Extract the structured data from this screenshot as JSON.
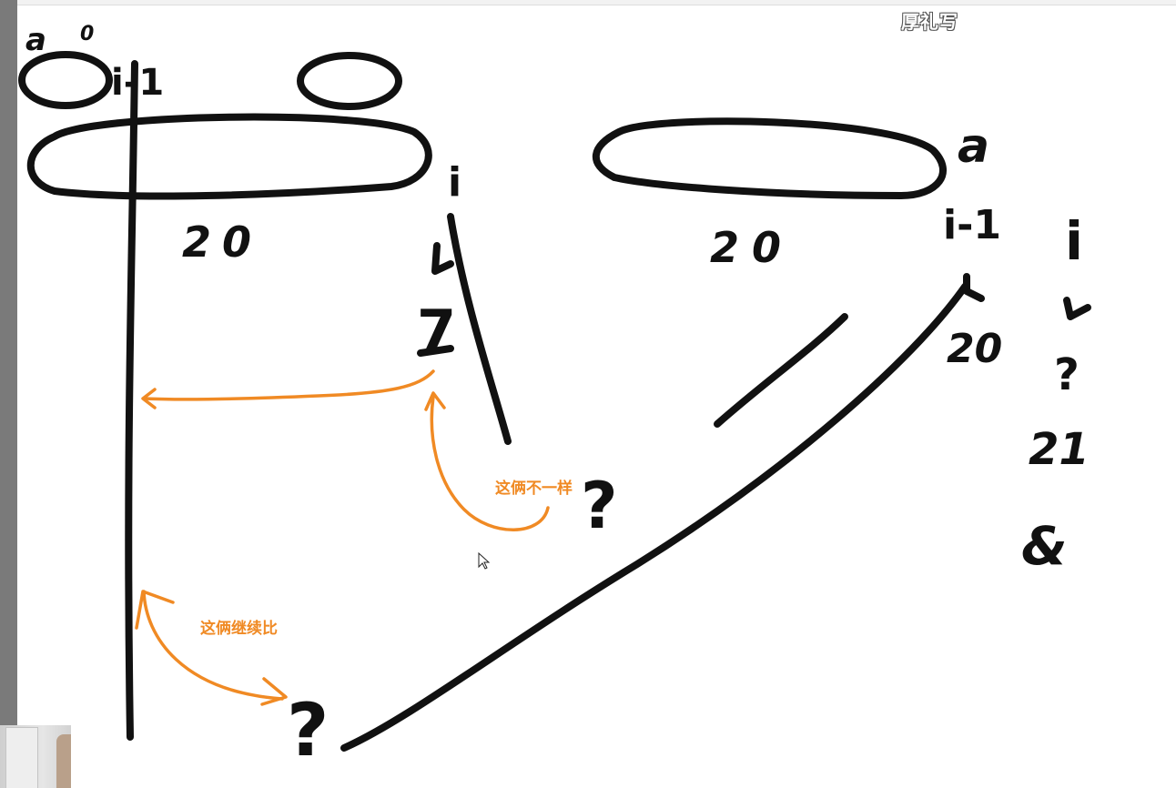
{
  "watermark": {
    "top": "",
    "brand": "厚礼写"
  },
  "annotations": {
    "label_1": "这俩不一样",
    "label_2": "这俩继续比"
  },
  "handwriting": {
    "a_top_left": "a",
    "label_0": "0",
    "label_i_minus_1_left": "i-1",
    "num_20_left": "20",
    "num_20_right": "20",
    "label_i_left": "i",
    "num_7": "7",
    "q_mark_mid": "?",
    "q_mark_bottom": "?",
    "a_right": "a",
    "label_i_minus_1_right": "i-1",
    "num_20_below": "20",
    "label_i_right": "i",
    "q_mark_right": "?",
    "num_21": "21",
    "ampersand": "&"
  },
  "colors": {
    "ink": "#111111",
    "annotation": "#f08a24",
    "background": "#ffffff",
    "left_strip": "#7a7a7a"
  }
}
